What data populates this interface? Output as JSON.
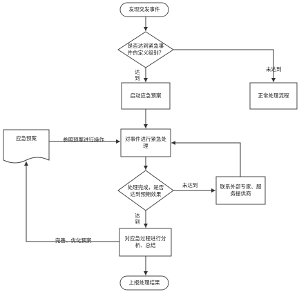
{
  "nodes": {
    "start": "发现突发事件",
    "decision1": "是否达到紧急事件的定义级别？",
    "activate": "启动应急预案",
    "normal": "正常处理流程",
    "plan_doc": "应急预案",
    "handle": "对事件进行紧急处理",
    "decision2": "处理完成，是否达到预期效果",
    "experts": "联系外部专家、服务提供商",
    "analyze": "对应急过程进行分析、总结",
    "end": "上报处理结果"
  },
  "edges": {
    "reached_1": "达到",
    "not_reached_1": "未达到",
    "refer_plan": "参照预案进行操作",
    "not_reached_2": "未达到",
    "reached_2": "达到",
    "improve": "完善、优化预案"
  }
}
